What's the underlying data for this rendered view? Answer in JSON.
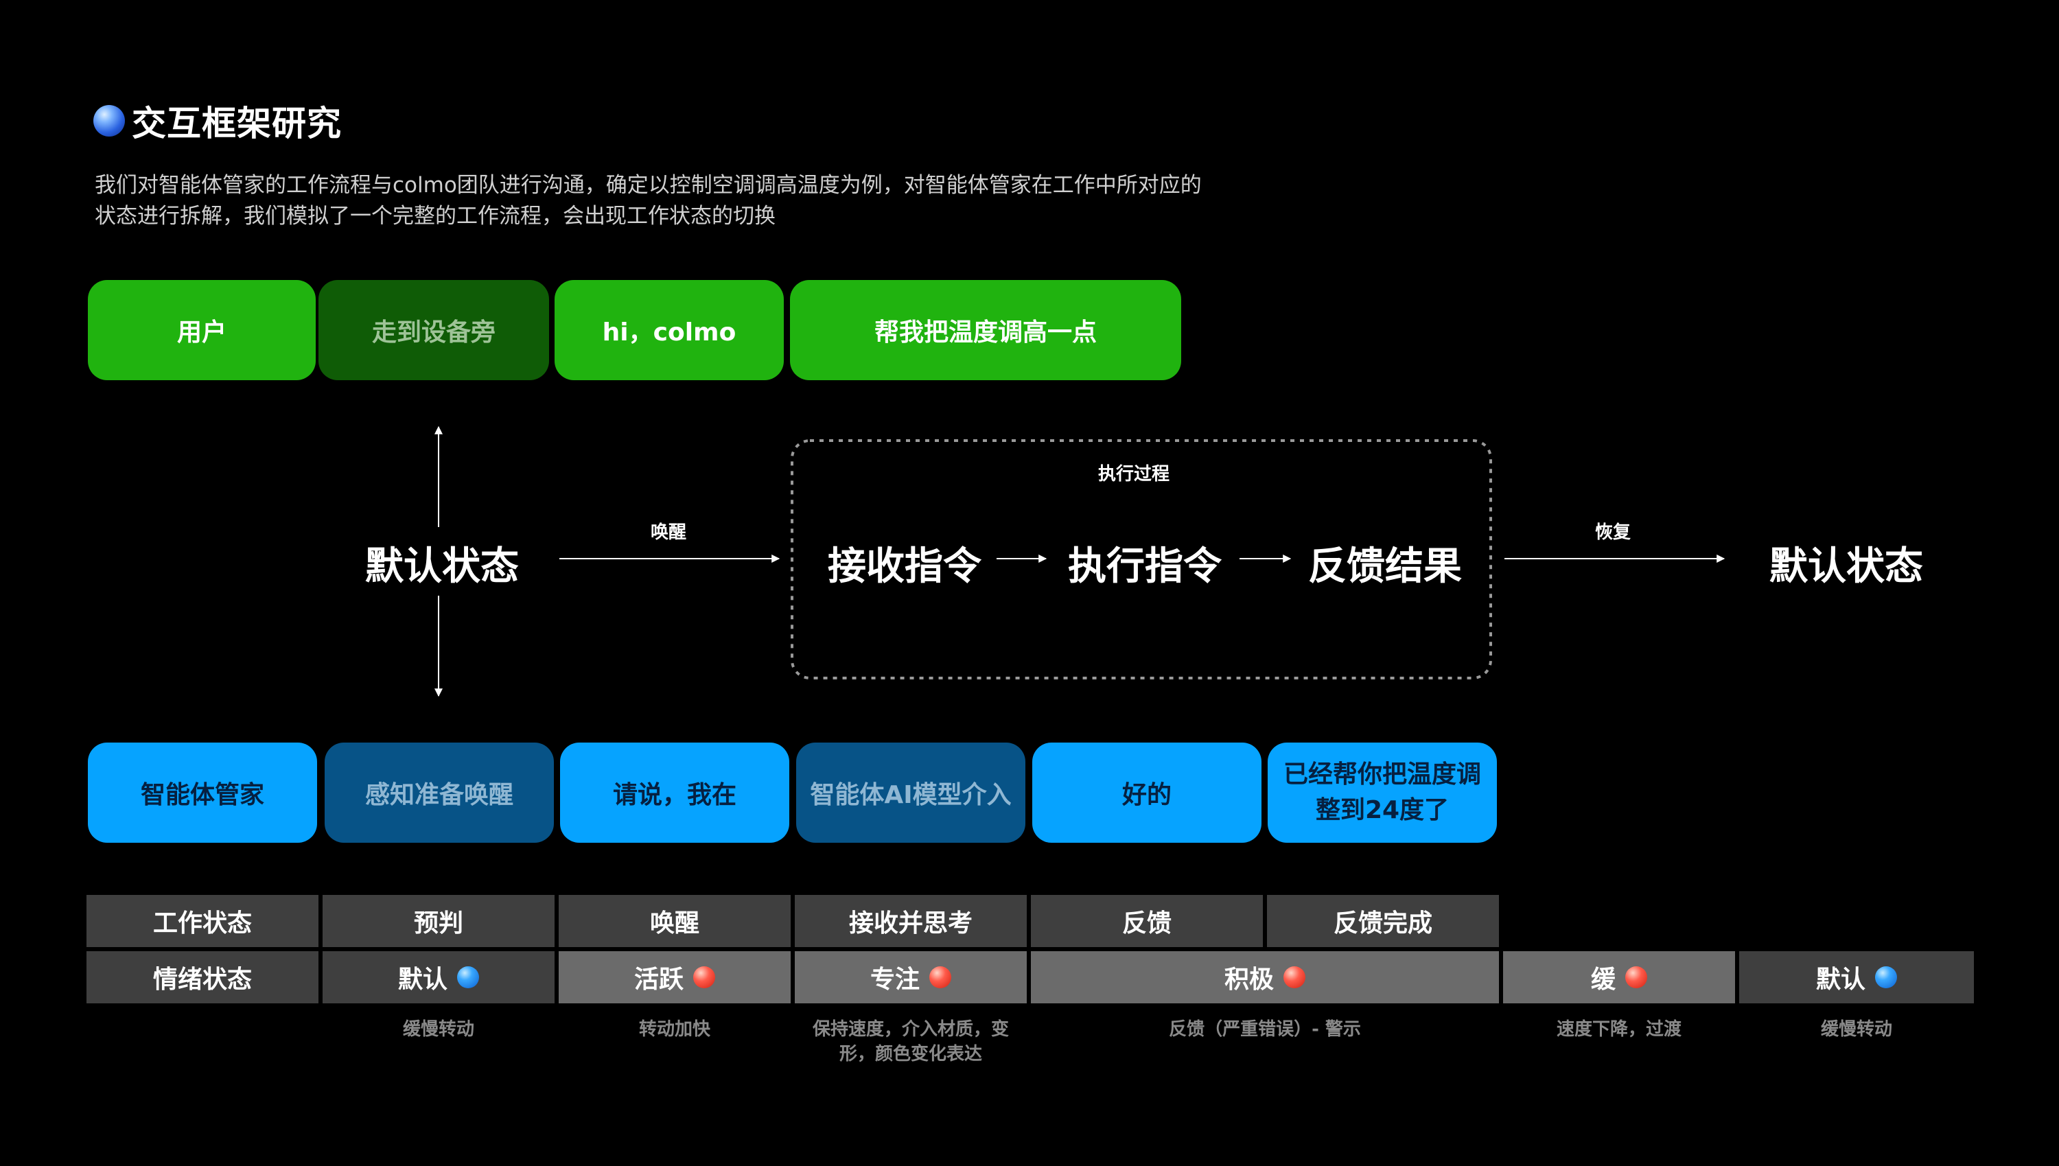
{
  "header": {
    "title": "交互框架研究",
    "desc_line1": "我们对智能体管家的工作流程与colmo团队进行沟通，确定以控制空调调高温度为例，对智能体管家在工作中所对应的",
    "desc_line2": "状态进行拆解，我们模拟了一个完整的工作流程，会出现工作状态的切换"
  },
  "user_row": [
    "用户",
    "走到设备旁",
    "hi，colmo",
    "帮我把温度调高一点"
  ],
  "flow": {
    "start": "默认状态",
    "wake_label": "唤醒",
    "process_label": "执行过程",
    "steps": [
      "接收指令",
      "执行指令",
      "反馈结果"
    ],
    "restore_label": "恢复",
    "end": "默认状态"
  },
  "agent_row": [
    "智能体管家",
    "感知准备唤醒",
    "请说，我在",
    "智能体AI模型介入",
    "好的",
    "已经帮你把温度调整到24度了"
  ],
  "work_row": [
    "工作状态",
    "预判",
    "唤醒",
    "接收并思考",
    "反馈",
    "反馈完成"
  ],
  "emotion_row": [
    {
      "label": "情绪状态",
      "dot": ""
    },
    {
      "label": "默认",
      "dot": "blue"
    },
    {
      "label": "活跃",
      "dot": "red"
    },
    {
      "label": "专注",
      "dot": "red"
    },
    {
      "label": "积极",
      "dot": "red"
    },
    {
      "label": "缓",
      "dot": "red"
    },
    {
      "label": "默认",
      "dot": "blue"
    }
  ],
  "notes": [
    "缓慢转动",
    "转动加快",
    "保持速度，介入材质，变形，颜色变化表达",
    "反馈（严重错误）- 警示",
    "速度下降，过渡",
    "缓慢转动"
  ],
  "colors": {
    "green": "#20b30f",
    "green_dim": "#0f5c06",
    "blue": "#06a3ff",
    "blue_dim": "#075387",
    "cell_dark": "#3f3f3f",
    "cell_mid": "#6b6b6b"
  }
}
